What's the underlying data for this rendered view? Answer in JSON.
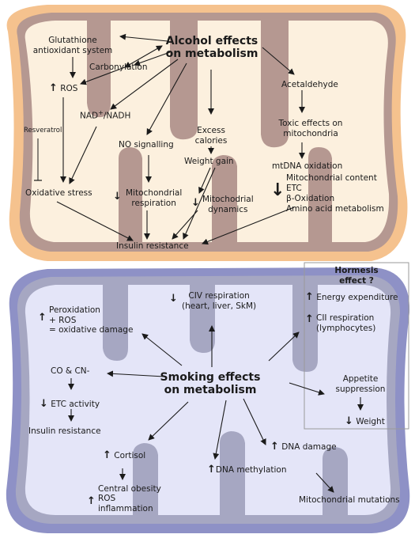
{
  "alcohol": {
    "title_line1": "Alcohol effects",
    "title_line2": "on metabolism",
    "glutathione_line1": "Glutathione",
    "glutathione_line2": "antioxidant system",
    "carbonylation": "Carbonylation",
    "ros": "ROS",
    "nad_pre": "NAD",
    "nad_sup": "+",
    "nad_post": "/NADH",
    "resveratrol": "Resveratrol",
    "oxidative_stress": "Oxidative stress",
    "no_signalling": "NO signalling",
    "excess_calories_line1": "Excess",
    "excess_calories_line2": "calories",
    "weight_gain": "Weight gain",
    "mito_respiration_line1": "Mitochondrial",
    "mito_respiration_line2": "respiration",
    "mito_dynamics_line1": "Mitochodrial",
    "mito_dynamics_line2": "dynamics",
    "insulin_resistance": "Insulin resistance",
    "acetaldehyde": "Acetaldehyde",
    "toxic_line1": "Toxic effects on",
    "toxic_line2": "mitochondria",
    "mtdna_oxidation": "mtDNA oxidation",
    "mito_content": "Mitochondrial content",
    "etc": "ETC",
    "beta_oxidation": "β-Oxidation",
    "amino_acid": "Amino acid metabolism"
  },
  "smoking": {
    "title_line1": "Smoking effects",
    "title_line2": "on metabolism",
    "civ_line1": "CIV respiration",
    "civ_line2": "(heart, liver, SkM)",
    "peroxidation_line1": "Peroxidation",
    "peroxidation_line2": "+ ROS",
    "peroxidation_line3": "= oxidative damage",
    "hormesis_line1": "Hormesis",
    "hormesis_line2": "effect ?",
    "energy_expenditure": "Energy expenditure",
    "cii_line1": "CII respiration",
    "cii_line2": "(lymphocytes)",
    "co_cn": "CO & CN-",
    "etc_activity": "ETC activity",
    "insulin_resistance": "Insulin resistance",
    "appetite_line1": "Appetite",
    "appetite_line2": "suppression",
    "weight": "Weight",
    "cortisol": "Cortisol",
    "dna_damage": "DNA damage",
    "central_obesity": "Central obesity",
    "ros": "ROS",
    "inflammation": "inflammation",
    "dna_methylation": "DNA methylation",
    "mito_mutations": "Mitochondrial mutations"
  },
  "symbols": {
    "up": "↑",
    "down": "↓"
  },
  "colors": {
    "alcohol_outer": "#f5c28e",
    "alcohol_inner": "#fcf0de",
    "alcohol_cristae": "#b38f8a",
    "smoking_outer": "#8e91c6",
    "smoking_inner": "#e4e5f8",
    "smoking_cristae": "#9a9bb0"
  }
}
